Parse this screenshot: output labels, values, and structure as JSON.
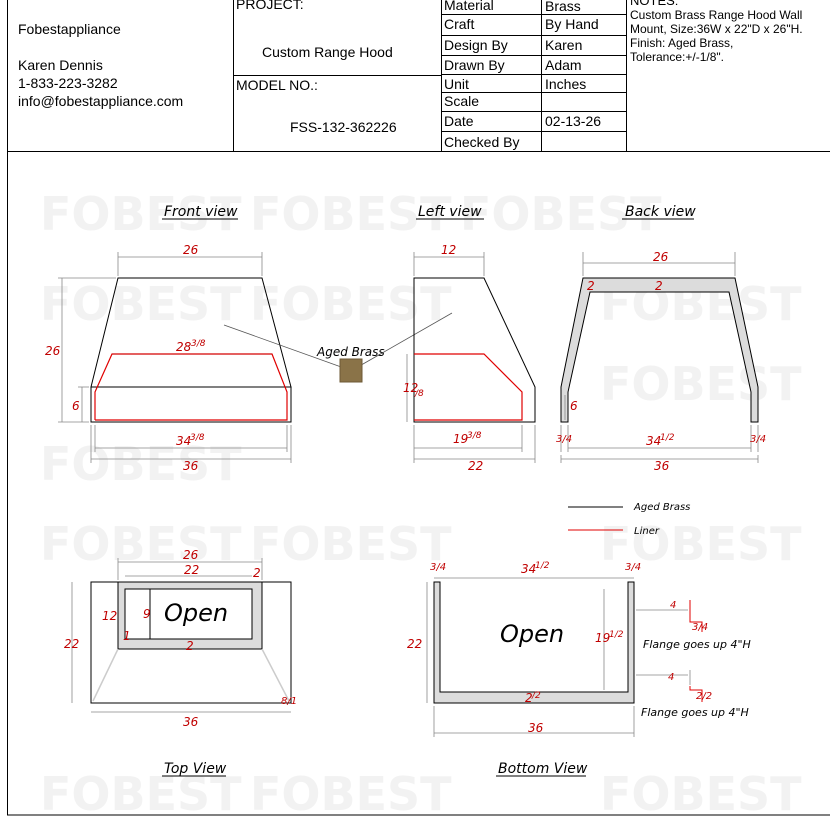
{
  "title_block": {
    "company": "Fobestappliance",
    "contact_name": "Karen Dennis",
    "phone": "1-833-223-3282",
    "email": "info@fobestappliance.com",
    "project_label": "PROJECT:",
    "project_value": "Custom Range Hood",
    "model_label": "MODEL NO.:",
    "model_value": "FSS-132-362226",
    "fields": [
      {
        "label": "Material",
        "value": "Brass"
      },
      {
        "label": "Craft",
        "value": "By Hand"
      },
      {
        "label": "Design By",
        "value": "Karen"
      },
      {
        "label": "Drawn By",
        "value": "Adam"
      },
      {
        "label": "Unit",
        "value": "Inches"
      },
      {
        "label": "Scale",
        "value": ""
      },
      {
        "label": "Date",
        "value": "02-13-26"
      },
      {
        "label": "Checked By",
        "value": ""
      }
    ],
    "notes_label": "NOTES:",
    "notes_text": "Custom Brass Range Hood Wall Mount, Size:36W x 22\"D x 26\"H. Finish: Aged Brass, Tolerance:+/-1/8\"."
  },
  "drawing": {
    "watermark": "FOBEST",
    "material_callout": "Aged Brass",
    "colors": {
      "line": "#000000",
      "liner": "#e00000",
      "dim": "#c00000",
      "brass": "#8a7348",
      "fill": "#dcdcdc"
    },
    "views": {
      "front": "Front view",
      "left": "Left view",
      "back": "Back view",
      "top": "Top View",
      "bottom": "Bottom View"
    },
    "legend": {
      "brass": "Aged Brass",
      "liner": "Liner"
    },
    "front_dims": {
      "top": "26",
      "height": "26",
      "liner": "28",
      "liner_frac": "3/8",
      "side": "6",
      "bottom": "34",
      "bottom_frac": "3/8",
      "width": "36"
    },
    "left_dims": {
      "top": "12",
      "liner_h": "12",
      "liner_h_frac": "/8",
      "bottom": "19",
      "bottom_frac": "3/8",
      "depth": "22"
    },
    "back_dims": {
      "top": "26",
      "flange_l": "2",
      "flange_m": "2",
      "side": "6",
      "edge_l": "3/4",
      "mid": "34",
      "mid_frac": "1/2",
      "edge_r": "3/4",
      "width": "36"
    },
    "top_dims": {
      "outer": "26",
      "inner": "22",
      "corner": "2",
      "left": "12",
      "inner_h": "9",
      "small": "1",
      "mid": "2",
      "depth": "22",
      "width": "36",
      "angle": "8/1",
      "opening_label": "Open"
    },
    "bottom_dims": {
      "edge_l": "3/4",
      "mid": "34",
      "mid_frac": "1/2",
      "edge_r": "3/4",
      "depth": "22",
      "inner_h": "19",
      "inner_h_frac": "1/2",
      "bottom_thk": "2",
      "bottom_thk_frac": "/2",
      "width": "36",
      "opening_label": "Open",
      "flange_h": "4",
      "flange_frac1": "3/4",
      "flange_frac2": "2/2",
      "flange_note1": "Flange goes up 4\"H",
      "flange_note2": "Flange goes up 4\"H"
    }
  }
}
